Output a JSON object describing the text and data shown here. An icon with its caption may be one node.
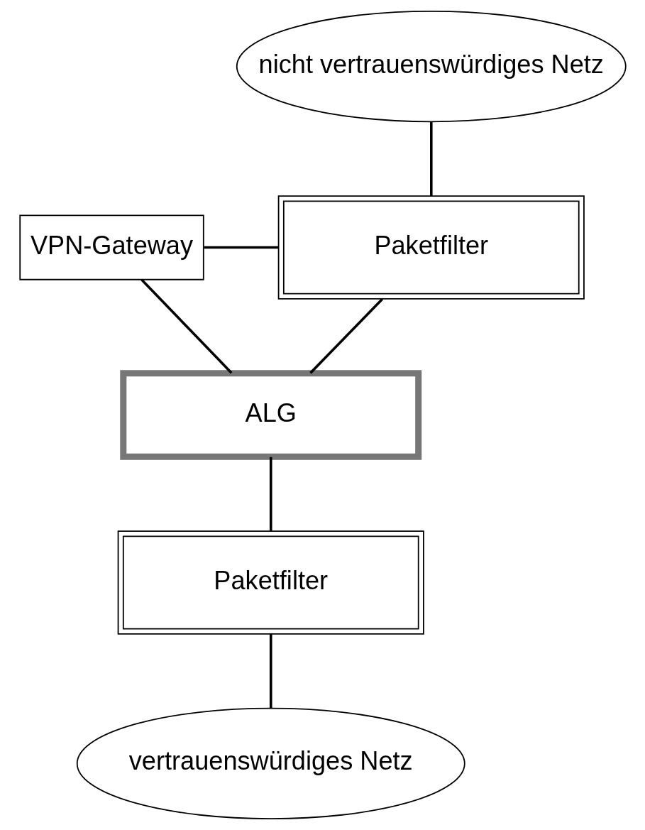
{
  "diagram": {
    "nodes": [
      {
        "text": [
          "nicht vertrauenswürdiges Netz"
        ]
      },
      {
        "text": [
          "VPN-Gateway"
        ]
      },
      {
        "text": [
          "Paketfilter"
        ]
      },
      {
        "text": [
          "ALG"
        ]
      },
      {
        "text": [
          "Paketfilter"
        ]
      },
      {
        "text": [
          "vertrauenswürdiges Netz"
        ]
      }
    ],
    "edges": [
      {
        "from": 0,
        "to": 2,
        "arrow": "none"
      },
      {
        "from": 1,
        "to": 2,
        "arrow": "none"
      },
      {
        "from": 2,
        "to": 3,
        "arrow": "none"
      },
      {
        "from": 1,
        "to": 3,
        "arrow": "none"
      },
      {
        "from": 3,
        "to": 4,
        "arrow": "none"
      },
      {
        "from": 4,
        "to": 5,
        "arrow": "none"
      }
    ]
  }
}
